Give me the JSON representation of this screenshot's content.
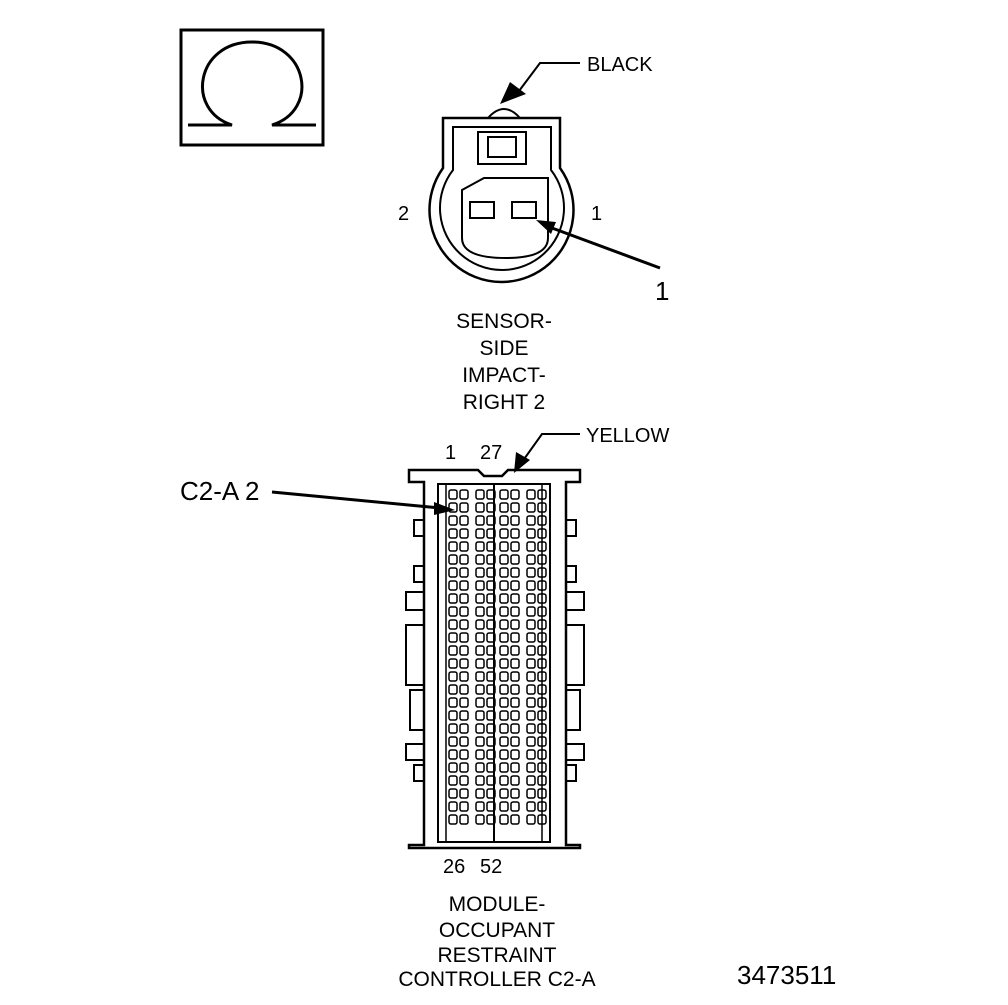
{
  "ohm_symbol": {
    "icon": "ohm-icon"
  },
  "sensor_connector": {
    "color_label": "BLACK",
    "pin_left_label": "2",
    "pin_right_label": "1",
    "callout_label": "1",
    "title_lines": [
      "SENSOR-",
      "SIDE",
      "IMPACT-",
      "RIGHT 2"
    ]
  },
  "module_connector": {
    "color_label": "YELLOW",
    "top_pin_labels": [
      "1",
      "27"
    ],
    "bottom_pin_labels": [
      "26",
      "52"
    ],
    "callout_label": "C2-A 2",
    "title_lines": [
      "MODULE-",
      "OCCUPANT",
      "RESTRAINT",
      "CONTROLLER C2-A"
    ]
  },
  "figure_number": "3473511"
}
